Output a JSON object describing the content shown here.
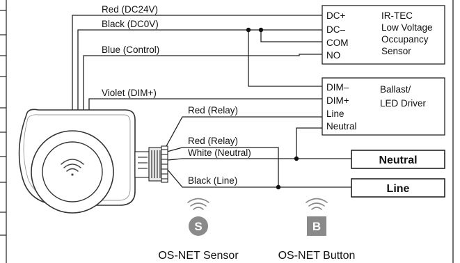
{
  "wires": {
    "red_dc24v": "Red (DC24V)",
    "black_dc0v": "Black (DC0V)",
    "blue_control": "Blue (Control)",
    "violet_dim": "Violet (DIM+)",
    "red_relay_1": "Red (Relay)",
    "red_relay_2": "Red (Relay)",
    "white_neutral": "White (Neutral)",
    "black_line": "Black (Line)"
  },
  "sensor_box": {
    "terminals": [
      "DC+",
      "DC–",
      "COM",
      "NO"
    ],
    "title_lines": [
      "IR-TEC",
      "Low Voltage",
      "Occupancy",
      "Sensor"
    ]
  },
  "driver_box": {
    "terminals": [
      "DIM–",
      "DIM+",
      "Line",
      "Neutral"
    ],
    "title_lines": [
      "Ballast/",
      "LED Driver"
    ]
  },
  "supply": {
    "neutral": "Neutral",
    "line": "Line"
  },
  "legend": {
    "sensor_letter": "S",
    "sensor_caption": "OS-NET Sensor",
    "button_letter": "B",
    "button_caption": "OS-NET Button"
  },
  "icons": {
    "device": "wifi-icon",
    "sensor": "wifi-icon",
    "button": "wifi-icon"
  },
  "colors": {
    "line": "#222222",
    "badge": "#8a8a8a",
    "device_edge": "#444444"
  }
}
